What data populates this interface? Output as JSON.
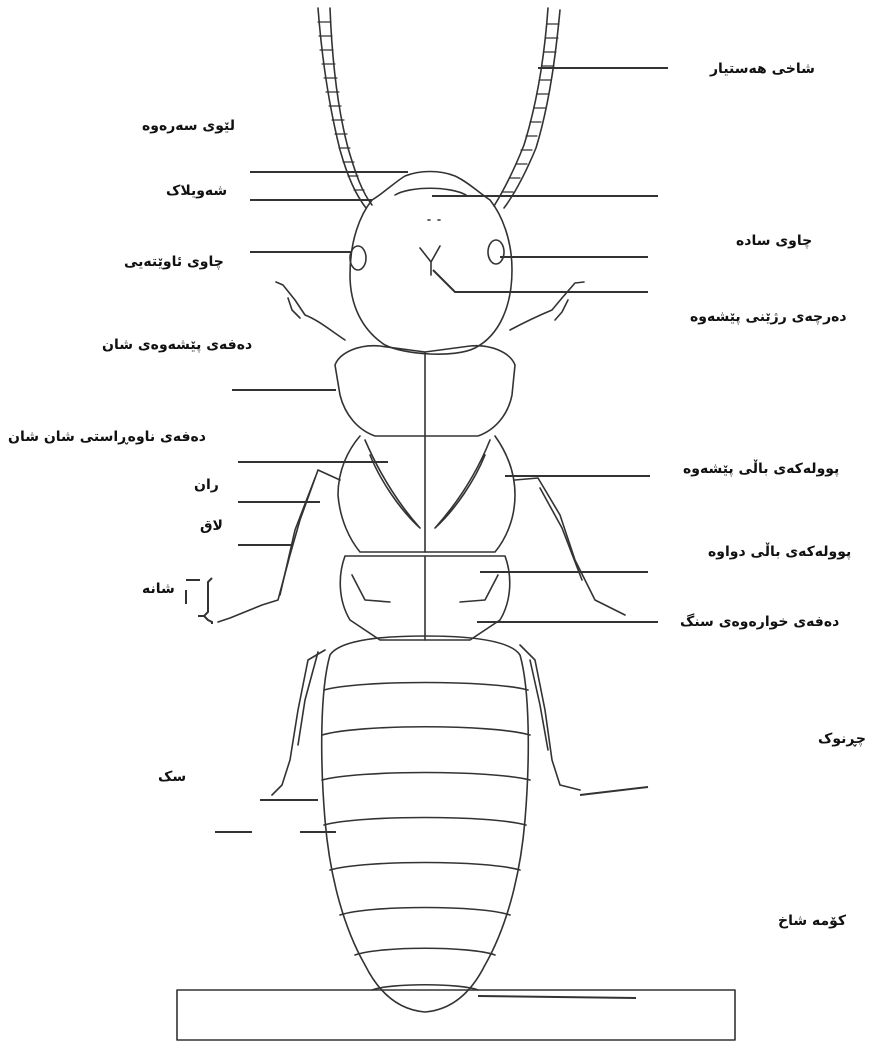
{
  "diagram": {
    "labels": {
      "antenna": "شاخی هەستیار",
      "upper_lip": "لێوی سەرەوە",
      "clypeus": "شەویلاک",
      "compound_eye": "چاوی ئاوێتەیی",
      "simple_eye": "چاوی سادە",
      "frontal_suture": "دەرچەی رژێنی پێشەوە",
      "pronotum": "دەفەی پێشەوەی شان",
      "mesonotum": "دەفەی ناوەڕاستی شان شان",
      "forewing_pad": "پوولەکەی باڵی پێشەوە",
      "femur": "ران",
      "tibia": "لاق",
      "hindwing_pad": "پوولەکەی باڵی دواوە",
      "tarsus": "شانە",
      "metanotum": "دەفەی خوارەوەی سنگ",
      "claw": "چڕنوک",
      "abdomen": "سک",
      "cerci": "کۆمە شاخ"
    },
    "colors": {
      "ink": "#111111",
      "line": "#333333"
    }
  }
}
